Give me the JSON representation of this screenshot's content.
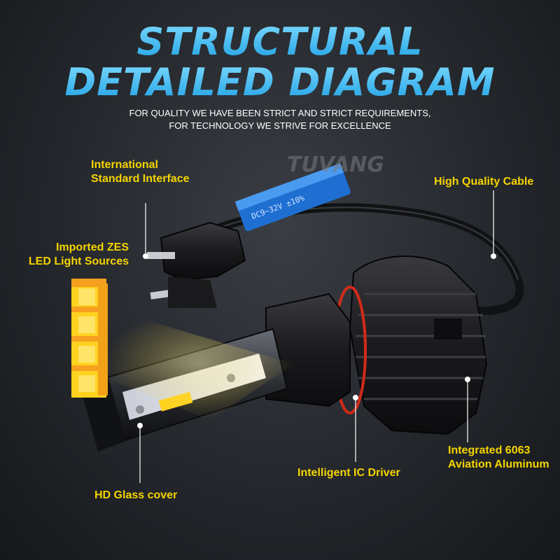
{
  "header": {
    "title_line1": "STRUCTURAL",
    "title_line2": "DETAILED DIAGRAM",
    "subtitle_line1": "FOR QUALITY WE HAVE BEEN STRICT AND STRICT REQUIREMENTS,",
    "subtitle_line2": "FOR TECHNOLOGY WE STRIVE FOR EXCELLENCE"
  },
  "brand": {
    "watermark": "TUVANG"
  },
  "labels": {
    "interface_line1": "International",
    "interface_line2": "Standard Interface",
    "cable": "High Quality Cable",
    "led_line1": "Imported ZES",
    "led_line2": "LED Light Sources",
    "aluminum_line1": "Integrated 6063",
    "aluminum_line2": "Aviation Aluminum",
    "driver": "Intelligent IC Driver",
    "glass": "HD Glass cover"
  },
  "colors": {
    "title_blue": "#36b8f0",
    "label_yellow": "#f5d400",
    "led_yellow": "#ffd21f",
    "body_black": "#1a1a1c",
    "ring_red": "#d12a1a"
  }
}
